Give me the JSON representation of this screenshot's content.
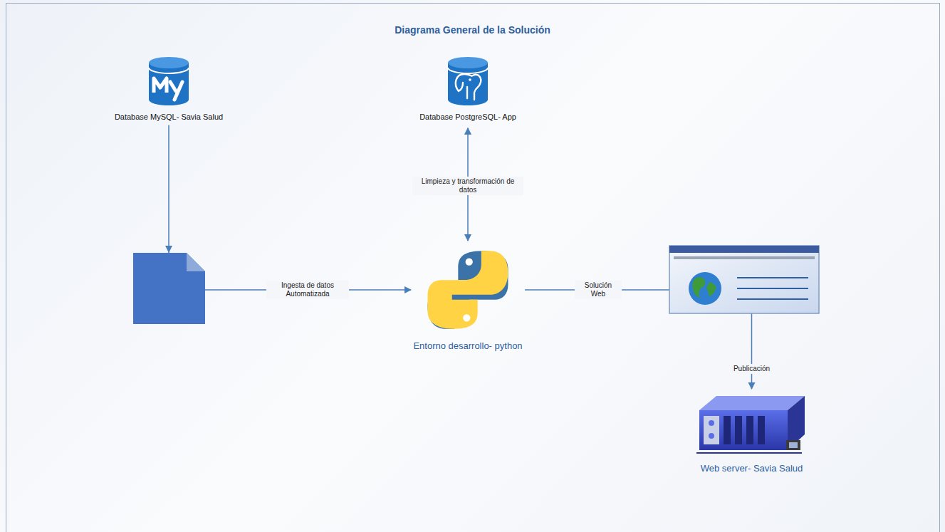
{
  "diagram": {
    "title": "Diagrama General de la Solución",
    "nodes": [
      {
        "text": [
          "Database MySQL- Savia Salud"
        ]
      },
      {
        "text": [
          "Database PostgreSQL- App"
        ]
      },
      {
        "text": [
          "Entorno desarrollo- python"
        ]
      },
      {
        "text": [
          "Web server- Savia Salud"
        ]
      }
    ],
    "edges": [
      {
        "from": 0,
        "to": 2,
        "label": "Ingesta de datos Automatizada",
        "arrow": "to"
      },
      {
        "from": 1,
        "to": 2,
        "label": "Limpieza y transformación de datos",
        "arrow": "both"
      },
      {
        "from": 2,
        "to": 3,
        "label": "Solución Web",
        "arrow": "to"
      }
    ],
    "labels": [
      "Publicación"
    ]
  }
}
